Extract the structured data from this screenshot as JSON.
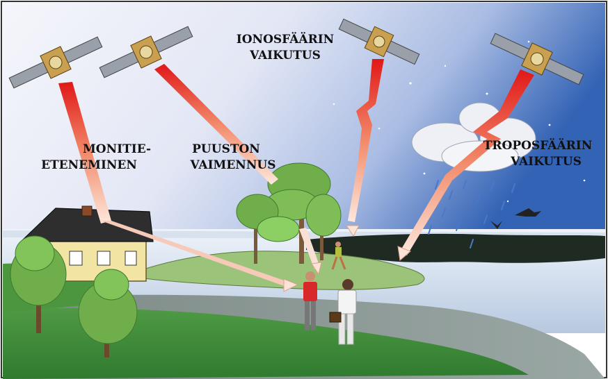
{
  "labels": {
    "multipath_line1": "MONITIE-",
    "multipath_line2": "ETENEMINEN",
    "canopy_line1": "PUUSTON",
    "canopy_line2": "VAIMENNUS",
    "iono_line1": "IONOSFÄÄRIN",
    "iono_line2": "VAIKUTUS",
    "tropo_line1": "TROPOSFÄÄRIN",
    "tropo_line2": "VAIKUTUS"
  },
  "colors": {
    "sky_top": "#f4f5fb",
    "sky_right": "#2f5fb0",
    "signal_start": "#e02020",
    "signal_end": "#fde6dc",
    "grass": "#3f8a3a",
    "island": "#8fbf6a",
    "water": "#c9d8ea",
    "house_wall": "#f2e4a2",
    "roof": "#2b2b2b"
  },
  "icons": [
    "satellite-icon",
    "house-icon",
    "tree-icon",
    "cloud-icon",
    "bird-icon",
    "person-icon"
  ]
}
